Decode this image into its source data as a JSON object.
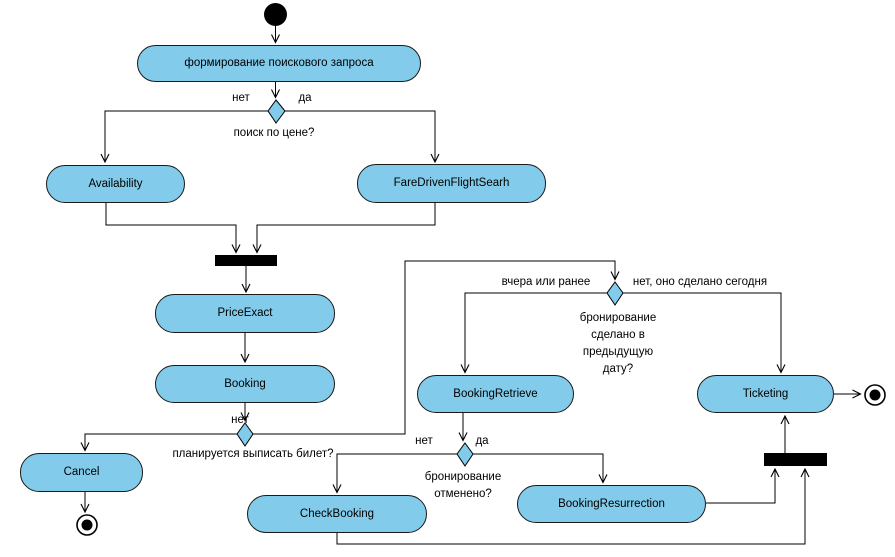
{
  "diagram_type": "uml-activity-diagram",
  "colors": {
    "node_fill": "#82CBEA",
    "node_border": "#000000",
    "connector": "#000000",
    "sync_bar": "#000000",
    "background": "#ffffff"
  },
  "nodes": {
    "form_query": {
      "label": "формирование поискового запроса"
    },
    "availability": {
      "label": "Availability"
    },
    "fare_driven": {
      "label": "FareDrivenFlightSearh"
    },
    "price_exact": {
      "label": "PriceExact"
    },
    "booking": {
      "label": "Booking"
    },
    "cancel": {
      "label": "Cancel"
    },
    "booking_retrieve": {
      "label": "BookingRetrieve"
    },
    "check_booking": {
      "label": "CheckBooking"
    },
    "booking_resurrection": {
      "label": "BookingResurrection"
    },
    "ticketing": {
      "label": "Ticketing"
    }
  },
  "decisions": {
    "price_search": {
      "question": "поиск по цене?",
      "no_label": "нет",
      "yes_label": "да"
    },
    "ticket_planned": {
      "question": "планируется выписать билет?",
      "no_label": "нет"
    },
    "made_previous_date": {
      "question": "бронирование сделано в предыдущую дату?",
      "left_label": "вчера или ранее",
      "right_label": "нет, оно сделано сегодня"
    },
    "booking_cancelled": {
      "question": "бронирование отменено?",
      "no_label": "нет",
      "yes_label": "да"
    }
  }
}
